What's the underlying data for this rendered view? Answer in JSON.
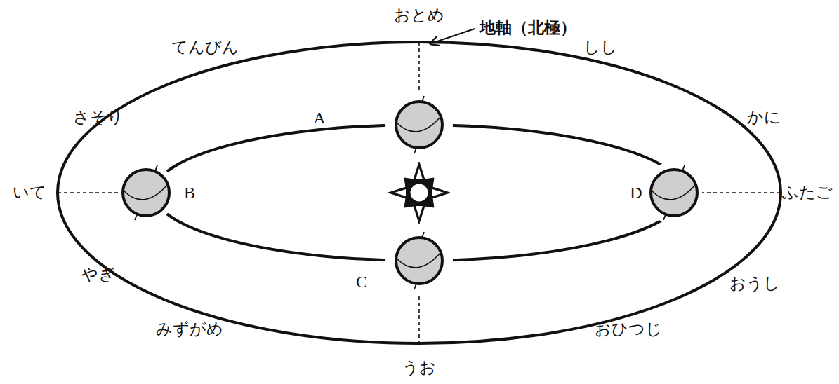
{
  "diagram": {
    "labels": [
      "おとめ",
      "てんびん",
      "しし",
      "地軸（北極）",
      "さそり",
      "A",
      "かに",
      "いて",
      "B",
      "D",
      "ふたご",
      "やぎ",
      "C",
      "おうし",
      "みずがめ",
      "おひつじ",
      "うお"
    ]
  }
}
